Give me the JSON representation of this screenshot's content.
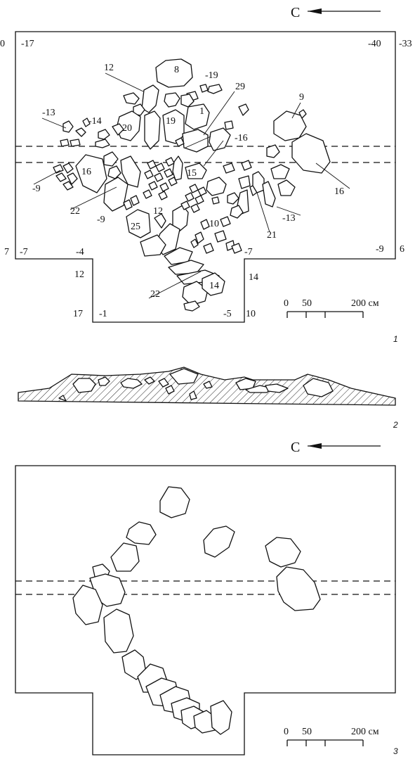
{
  "north_label": "С",
  "plan1": {
    "fig_number": "1",
    "corner_depths": {
      "tl_outer": "0",
      "tl": "-17",
      "tr": "-40",
      "tr_outer": "-33",
      "left_low": "-7",
      "left_low_outer": "7",
      "right_low": "-9",
      "right_low_outer": "6",
      "step_left": "-4",
      "ext_tl": "12",
      "ext_bl_outer": "17",
      "ext_bl": "-1",
      "ext_tr": "14",
      "ext_br": "-5",
      "ext_br_outer": "10"
    },
    "stone_labels": [
      "8",
      "12",
      "-19",
      "29",
      "9",
      "-13",
      "-14",
      "20",
      "19",
      "1",
      "-16",
      "15",
      "16",
      "-9",
      "22",
      "-9",
      "12",
      "25",
      "10",
      "-7",
      "21",
      "-13",
      "16",
      "22",
      "14"
    ],
    "scale": {
      "tick0": "0",
      "tick1": "50",
      "tick2": "200 см"
    }
  },
  "section": {
    "fig_number": "2"
  },
  "plan3": {
    "fig_number": "3",
    "scale": {
      "tick0": "0",
      "tick1": "50",
      "tick2": "200 см"
    }
  }
}
